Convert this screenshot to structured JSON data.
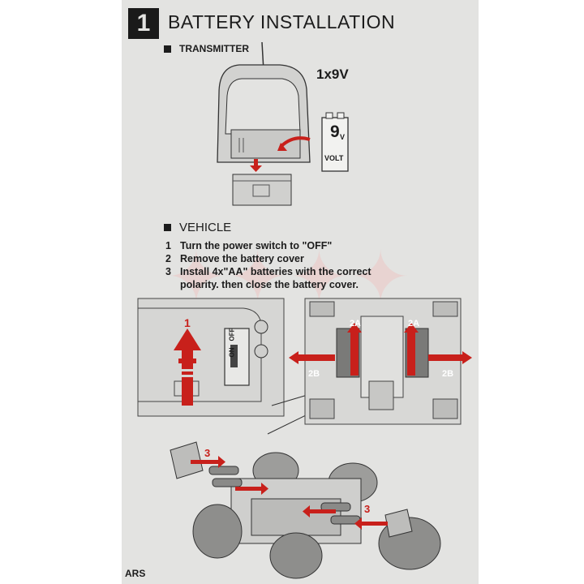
{
  "header": {
    "step_number": "1",
    "title": "BATTERY INSTALLATION"
  },
  "transmitter": {
    "heading": "TRANSMITTER",
    "battery_count": "1x9V",
    "battery_label_value": "9",
    "battery_label_unit": "V",
    "battery_label_word": "VOLT"
  },
  "vehicle": {
    "heading": "VEHICLE",
    "steps": [
      {
        "num": "1",
        "text": "Turn the power switch to \"OFF\""
      },
      {
        "num": "2",
        "text": "Remove the battery cover"
      },
      {
        "num": "3",
        "text": "Install 4x\"AA\" batteries with the correct"
      },
      {
        "num": "",
        "text": "polarity. then close the battery cover."
      }
    ]
  },
  "callouts": {
    "arrow_1": "1",
    "arrow_2a_left": "2A",
    "arrow_2a_right": "2A",
    "arrow_2b_left": "2B",
    "arrow_2b_right": "2B",
    "arrow_3_left": "3",
    "arrow_3_right": "3",
    "switch_on": "ON",
    "switch_off": "OFF"
  },
  "footer": {
    "fragment": "ARS"
  },
  "colors": {
    "arrow": "#c8201b",
    "paper": "#e3e3e1",
    "ink": "#1c1c1c"
  }
}
